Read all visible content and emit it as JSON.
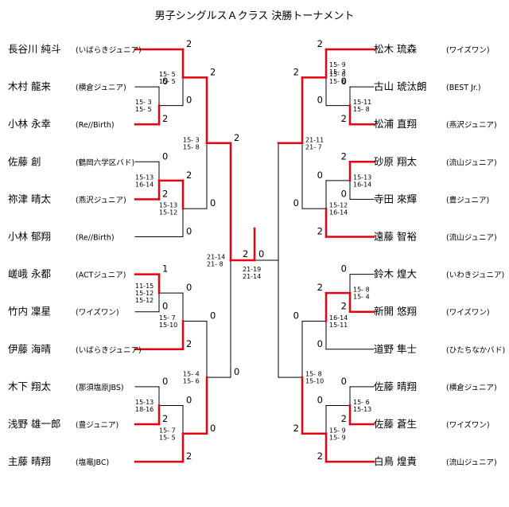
{
  "title": "男子シングルスＡクラス 決勝トーナメント",
  "colors": {
    "win": "#e60012",
    "lose": "#000000"
  },
  "left_players": [
    {
      "name": "長谷川 純斗",
      "club": "(いばらきジュニア)"
    },
    {
      "name": "木村 龍来",
      "club": "(横倉ジュニア)"
    },
    {
      "name": "小林 永幸",
      "club": "(Re//Birth)"
    },
    {
      "name": "佐藤 創",
      "club": "(鶴岡六学区バド)"
    },
    {
      "name": "祢津 晴太",
      "club": "(燕沢ジュニア)"
    },
    {
      "name": "小林 郁翔",
      "club": "(Re//Birth)"
    },
    {
      "name": "嵯峨 永都",
      "club": "(ACTジュニア)"
    },
    {
      "name": "竹内 凜星",
      "club": "(ワイズワン)"
    },
    {
      "name": "伊藤 海晴",
      "club": "(いばらきジュニア)"
    },
    {
      "name": "木下 翔太",
      "club": "(那須塩原JBS)"
    },
    {
      "name": "浅野 雄一郎",
      "club": "(豊ジュニア)"
    },
    {
      "name": "主藤 晴翔",
      "club": "(塩竈JBC)"
    }
  ],
  "right_players": [
    {
      "name": "松木 琉森",
      "club": "(ワイズワン)"
    },
    {
      "name": "古山 琥汰朗",
      "club": "(BEST Jr.)"
    },
    {
      "name": "松浦 直翔",
      "club": "(燕沢ジュニア)"
    },
    {
      "name": "砂原 翔太",
      "club": "(流山ジュニア)"
    },
    {
      "name": "寺田 來輝",
      "club": "(豊ジュニア)"
    },
    {
      "name": "遠藤 智裕",
      "club": "(流山ジュニア)"
    },
    {
      "name": "鈴木 煌大",
      "club": "(いわきジュニア)"
    },
    {
      "name": "新開 悠翔",
      "club": "(ワイズワン)"
    },
    {
      "name": "道野 隼士",
      "club": "(ひたちなかバド)"
    },
    {
      "name": "佐藤 晴翔",
      "club": "(横倉ジュニア)"
    },
    {
      "name": "佐藤 蒼生",
      "club": "(ワイズワン)"
    },
    {
      "name": "白鳥 煌貴",
      "club": "(流山ジュニア)"
    }
  ],
  "matches": [
    {
      "id": "L1",
      "a": "L2",
      "b": "L3",
      "score_a": "0",
      "score_b": "2",
      "winner": "b",
      "detail": [
        "15- 3",
        "15- 5"
      ]
    },
    {
      "id": "L2",
      "a": "L1",
      "b": "L1",
      "score_a": "2",
      "score_b": "0",
      "winner": "a",
      "detail": [
        "15- 5",
        "15- 5"
      ]
    },
    {
      "id": "L3",
      "a": "L4",
      "b": "L5",
      "score_a": "0",
      "score_b": "2",
      "winner": "b",
      "detail": [
        "15-13",
        "16-14"
      ]
    },
    {
      "id": "L4",
      "a": "L3",
      "b": "L6",
      "score_a": "2",
      "score_b": "0",
      "winner": "a",
      "detail": [
        "15-13",
        "15-12"
      ]
    },
    {
      "id": "L5",
      "a": "L2",
      "b": "L4",
      "score_a": "2",
      "score_b": "0",
      "winner": "a",
      "detail": [
        "15- 3",
        "15- 8"
      ]
    },
    {
      "id": "L6",
      "a": "L7",
      "b": "L8",
      "score_a": "1",
      "score_b": "0",
      "winner": "a",
      "detail": [
        "11-15",
        "15-12",
        "15-12"
      ]
    },
    {
      "id": "L7",
      "a": "L6",
      "b": "L9",
      "score_a": "0",
      "score_b": "2",
      "winner": "b",
      "detail": [
        "15- 7",
        "15-10"
      ]
    },
    {
      "id": "L8",
      "a": "L10",
      "b": "L11",
      "score_a": "0",
      "score_b": "2",
      "winner": "b",
      "detail": [
        "15-13",
        "18-16"
      ]
    },
    {
      "id": "L9",
      "a": "L8",
      "b": "L12",
      "score_a": "0",
      "score_b": "2",
      "winner": "b",
      "detail": [
        "15- 7",
        "15- 5"
      ]
    },
    {
      "id": "L10",
      "a": "L7",
      "b": "L9",
      "score_a": "0",
      "score_b": "0",
      "winner": "b",
      "detail": [
        "15- 4",
        "15- 6"
      ]
    },
    {
      "id": "L11",
      "a": "L5",
      "b": "L10",
      "score_a": "2",
      "score_b": "0",
      "winner": "a",
      "detail": [
        "21-14",
        "21- 8"
      ]
    },
    {
      "id": "R1",
      "a": "R1",
      "b": "R1",
      "score_a": "2",
      "score_b": "0",
      "winner": "a",
      "detail": [
        "15- 9",
        "15- 3"
      ]
    },
    {
      "id": "R2",
      "a": "R2",
      "b": "R3",
      "score_a": "0",
      "score_b": "2",
      "winner": "b",
      "detail": [
        "15-11",
        "15- 8"
      ]
    },
    {
      "id": "R3",
      "a": "R1",
      "b": "R2",
      "score_a": "2",
      "score_b": "0",
      "winner": "a",
      "detail": [
        "15- 8",
        "15- 6"
      ]
    },
    {
      "id": "R4",
      "a": "R4",
      "b": "R5",
      "score_a": "2",
      "score_b": "0",
      "winner": "a",
      "detail": [
        "15-13",
        "16-14"
      ]
    },
    {
      "id": "R5",
      "a": "R4",
      "b": "R6",
      "score_a": "0",
      "score_b": "2",
      "winner": "b",
      "detail": [
        "15-12",
        "16-14"
      ]
    },
    {
      "id": "R6",
      "a": "R3",
      "b": "R5",
      "score_a": "2",
      "score_b": "0",
      "winner": "a",
      "detail": [
        "21-11",
        "21- 7"
      ]
    },
    {
      "id": "R7",
      "a": "R7",
      "b": "R8",
      "score_a": "0",
      "score_b": "2",
      "winner": "b",
      "detail": [
        "15- 8",
        "15- 4"
      ]
    },
    {
      "id": "R8",
      "a": "R7",
      "b": "R9",
      "score_a": "2",
      "score_b": "0",
      "winner": "a",
      "detail": [
        "16-14",
        "15-11"
      ]
    },
    {
      "id": "R9",
      "a": "R10",
      "b": "R11",
      "score_a": "0",
      "score_b": "2",
      "winner": "b",
      "detail": [
        "15- 6",
        "15-13"
      ]
    },
    {
      "id": "R10",
      "a": "R9",
      "b": "R12",
      "score_a": "0",
      "score_b": "2",
      "winner": "b",
      "detail": [
        "15- 9",
        "15- 9"
      ]
    },
    {
      "id": "R11",
      "a": "R8",
      "b": "R10",
      "score_a": "0",
      "score_b": "2",
      "winner": "b",
      "detail": [
        "15- 8",
        "15-10"
      ]
    },
    {
      "id": "F",
      "a": "L11",
      "b": "R6",
      "score_a": "2",
      "score_b": "0",
      "winner": "a",
      "detail": [
        "21-19",
        "21-14"
      ]
    }
  ]
}
